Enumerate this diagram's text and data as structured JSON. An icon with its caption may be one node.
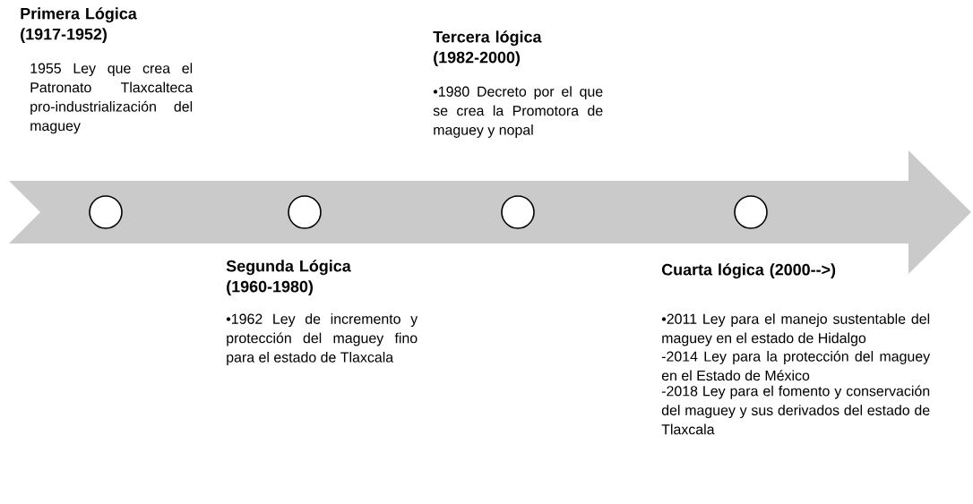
{
  "diagram": {
    "nodes": [
      {
        "text": [],
        "shape": "arrow"
      },
      {
        "text": [],
        "shape": "circle",
        "in": 0
      },
      {
        "text": [],
        "shape": "circle",
        "in": 0
      },
      {
        "text": [],
        "shape": "circle",
        "in": 0
      },
      {
        "text": [],
        "shape": "circle",
        "in": 0
      }
    ],
    "edges": [],
    "labels": [
      "Primera Lógica (1917-1952)",
      "1955 Ley que crea el Patronato Tlaxcalteca pro-industrialización del maguey",
      "Tercera lógica (1982-2000)",
      "•1980 Decreto por el que se crea la Promotora de maguey y nopal",
      "Segunda Lógica (1960-1980)",
      "•1962 Ley de incremento y protección del maguey fino para el estado de Tlaxcala",
      "Cuarta lógica (2000-->)",
      "•2011 Ley para el manejo sustentable del maguey en el estado de Hidalgo",
      "-2014 Ley para la protección del maguey en el Estado de México",
      "-2018 Ley para el fomento y conservación del maguey y sus derivados del estado de Tlaxcala"
    ]
  }
}
